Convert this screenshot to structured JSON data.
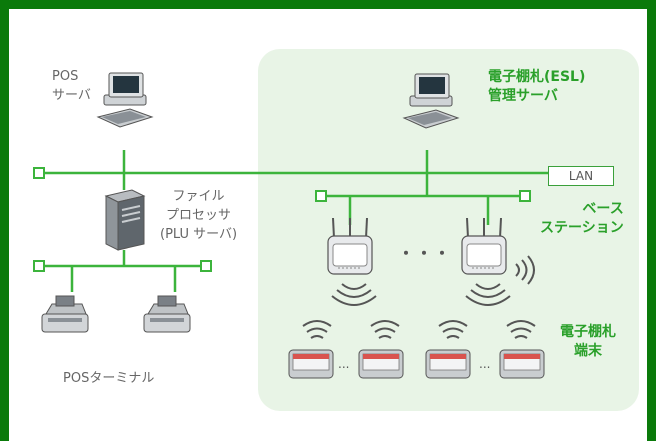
{
  "labels": {
    "pos_server": "POS\nサーバ",
    "file_processor": "ファイル\nプロセッサ\n(PLU サーバ)",
    "pos_terminal": "POSターミナル",
    "esl_server": "電子棚札(ESL)\n管理サーバ",
    "lan": "LAN",
    "base_station": "ベース\nステーション",
    "esl_terminal": "電子棚札\n端末",
    "ellipsis_stations": "・・・",
    "ellipsis_tag_1": "...",
    "ellipsis_tag_2": "..."
  },
  "colors": {
    "frame": "#0a7a0a",
    "line": "#3cb43c",
    "zone": "#e8f4e6",
    "label_green": "#2aa02a",
    "label_gray": "#666666",
    "tag_screen": "#d9534f"
  },
  "icons": [
    "computer-icon",
    "server-tower-icon",
    "pos-terminal-icon",
    "access-point-icon",
    "wifi-signal-icon",
    "esl-tag-icon"
  ]
}
